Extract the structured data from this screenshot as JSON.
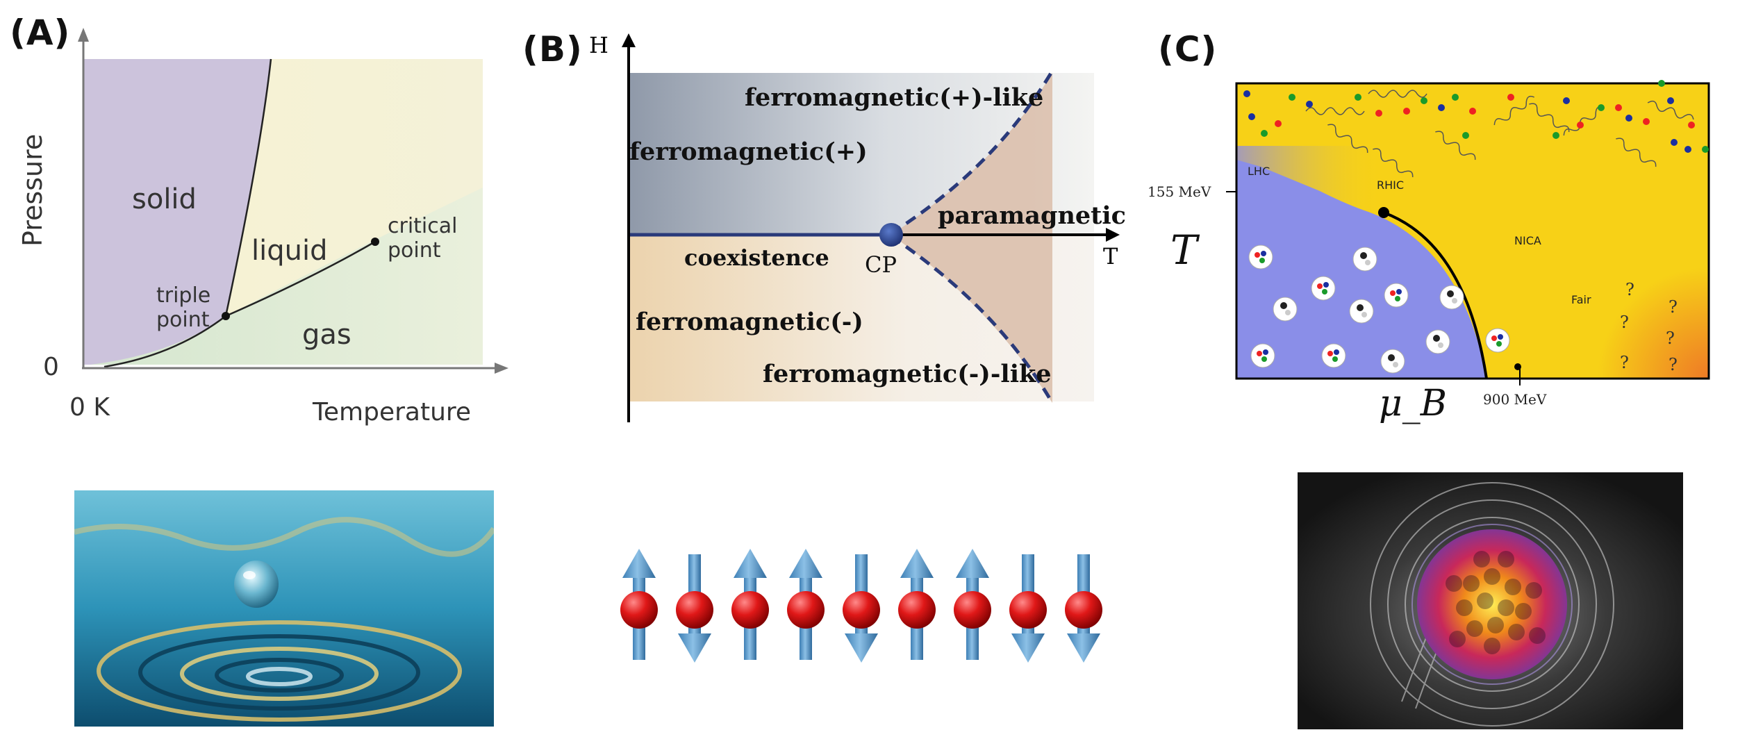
{
  "panel_a": {
    "label": "(A)",
    "y_axis": "Pressure",
    "x_axis": "Temperature",
    "origin_y": "0",
    "origin_x": "0 K",
    "regions": {
      "solid": "solid",
      "liquid": "liquid",
      "gas": "gas"
    },
    "points": {
      "triple_1": "triple",
      "triple_2": "point",
      "critical_1": "critical",
      "critical_2": "point"
    },
    "colors": {
      "solid": "#cdc4dc",
      "liquid": "#f6f3d6",
      "gas": "#d9e8d4"
    }
  },
  "panel_b": {
    "label": "(B)",
    "y_axis": "H",
    "x_axis": "T",
    "labels": {
      "fm_plus_like": "ferromagnetic(+)-like",
      "fm_plus": "ferromagnetic(+)",
      "paramagnetic": "paramagnetic",
      "coexistence": "coexistence",
      "cp": "CP",
      "fm_minus": "ferromagnetic(-)",
      "fm_minus_like": "ferromagnetic(-)-like"
    },
    "colors": {
      "upper": "#8e99aa",
      "lower": "#e9cfa6",
      "para": "#d9bfae",
      "line": "#2a3a7a"
    }
  },
  "panel_c": {
    "label": "(C)",
    "y_axis": "T",
    "x_axis": "μ_B",
    "tick_t": "155 MeV",
    "tick_mu": "900 MeV",
    "experiments": {
      "lhc": "LHC",
      "rhic": "RHIC",
      "nica": "NICA",
      "fair": "Fair"
    },
    "question": "?",
    "colors": {
      "qgp": "#f7d117",
      "hadron": "#8b8fe8",
      "corner": "#f08a2a"
    }
  },
  "bottom": {
    "image_a": "water-drop-photo",
    "image_b": "spin-chain-illustration",
    "image_c": "nucleus-collision-illustration"
  }
}
